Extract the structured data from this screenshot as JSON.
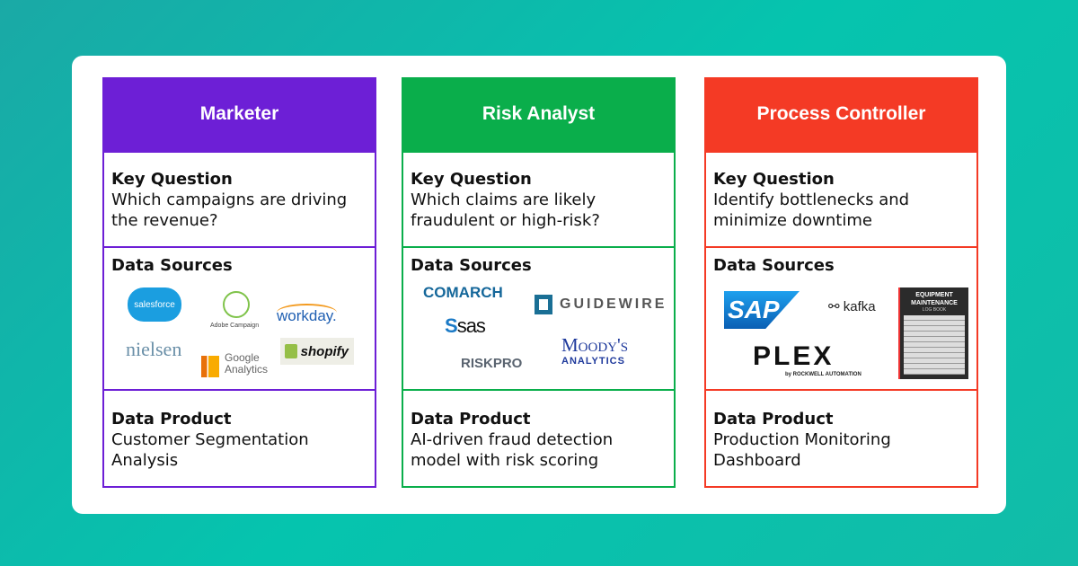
{
  "columns": [
    {
      "title": "Marketer",
      "color": "#6d1fd6",
      "key_question_label": "Key Question",
      "key_question": "Which campaigns are driving the revenue?",
      "data_sources_label": "Data Sources",
      "data_product_label": "Data Product",
      "data_product": "Customer Segmentation Analysis",
      "logos": [
        "salesforce",
        "Adobe Campaign",
        "workday.",
        "nielsen",
        "Google",
        "Analytics",
        "shopify"
      ]
    },
    {
      "title": "Risk Analyst",
      "color": "#0aae4b",
      "key_question_label": "Key Question",
      "key_question": "Which claims are likely fraudulent or high-risk?",
      "data_sources_label": "Data Sources",
      "data_product_label": "Data Product",
      "data_product": "AI-driven fraud detection model with risk scoring",
      "logos": [
        "COMARCH",
        "GUIDEWIRE",
        "sas",
        "Moody's",
        "ANALYTICS",
        "RISKPRO"
      ]
    },
    {
      "title": "Process Controller",
      "color": "#f43a25",
      "key_question_label": "Key Question",
      "key_question": "Identify bottlenecks and minimize downtime",
      "data_sources_label": "Data Sources",
      "data_product_label": "Data Product",
      "data_product": "Production Monitoring Dashboard",
      "logos": [
        "SAP",
        "kafka",
        "PLEX",
        "by ROCKWELL AUTOMATION",
        "EQUIPMENT MAINTENANCE",
        "LOG BOOK"
      ]
    }
  ]
}
